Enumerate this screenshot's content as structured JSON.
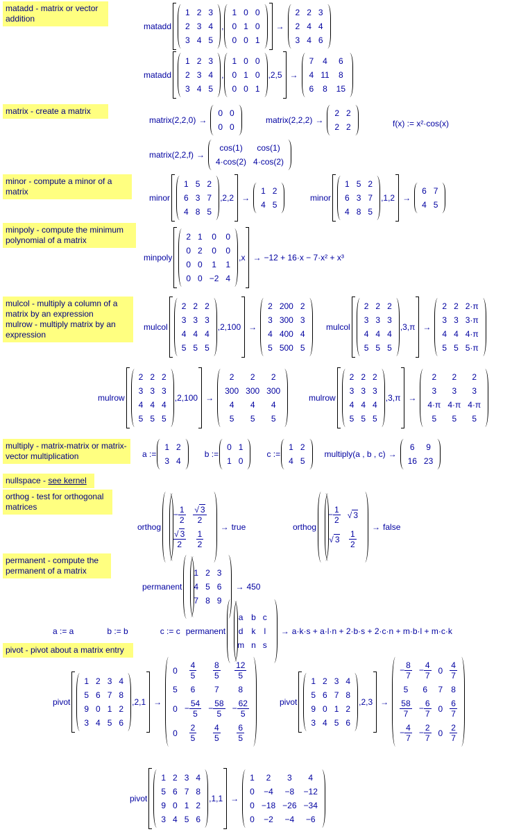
{
  "notes": {
    "matadd": "matadd - matrix or vector addition",
    "matrix": "matrix - create a  matrix",
    "minor": "minor - compute a minor of a matrix",
    "minpoly": "minpoly - compute the minimum polynomial of a matrix",
    "mulcol": "mulcol - multiply a column of a matrix by an expression",
    "mulrow": "mulrow - multiply matrix by an expression",
    "multiply": "multiply - matrix-matrix or matrix-vector multiplication",
    "nullspace_prefix": "nullspace  - ",
    "nullspace_link": "see kernel",
    "orthog": "orthog - test for orthogonal matrices",
    "permanent": "permanent - compute the permanent of a matrix",
    "pivot": "pivot - pivot about a matrix entry"
  },
  "fn": {
    "matadd": "matadd",
    "matrix": "matrix",
    "minor": "minor",
    "minpoly": "minpoly",
    "mulcol": "mulcol",
    "mulrow": "mulrow",
    "multiply": "multiply",
    "orthog": "orthog",
    "permanent": "permanent",
    "pivot": "pivot"
  },
  "arrow": "→",
  "args": {
    "a225": ",2,5",
    "m220": "(2,2,0)",
    "m222": "(2,2,2)",
    "m22f": "(2,2,f)",
    "c22": ",2,2",
    "c12": ",1,2",
    "cx": ",x",
    "c2100": ",2,100",
    "c3pi": ",3,π",
    "c21": ",2,1",
    "c23": ",2,3",
    "c11": ",1,1",
    "mul_args": "(a , b , c)"
  },
  "results": {
    "minpoly": "−12 + 16·x − 7·x² + x³",
    "orthog_true": "true",
    "orthog_false": "false",
    "permanent_num": "450",
    "permanent_sym": "a·k·s + a·l·n + 2·b·s + 2·c·n + m·b·l + m·c·k"
  },
  "defs": {
    "f": "f(x) := x²·cos(x)",
    "a_eq": "a :=",
    "b_eq": "b :=",
    "c_eq": "c :=",
    "a_sym": "a := a",
    "b_sym": "b := b",
    "c_sym": "c := c"
  },
  "matrices": {
    "M123": [
      [
        "1",
        "2",
        "3"
      ],
      [
        "2",
        "3",
        "4"
      ],
      [
        "3",
        "4",
        "5"
      ]
    ],
    "I3": [
      [
        "1",
        "0",
        "0"
      ],
      [
        "0",
        "1",
        "0"
      ],
      [
        "0",
        "0",
        "1"
      ]
    ],
    "add1": [
      [
        "2",
        "2",
        "3"
      ],
      [
        "2",
        "4",
        "4"
      ],
      [
        "3",
        "4",
        "6"
      ]
    ],
    "add2": [
      [
        "7",
        "4",
        "6"
      ],
      [
        "4",
        "11",
        "8"
      ],
      [
        "6",
        "8",
        "15"
      ]
    ],
    "z22": [
      [
        "0",
        "0"
      ],
      [
        "0",
        "0"
      ]
    ],
    "t22": [
      [
        "2",
        "2"
      ],
      [
        "2",
        "2"
      ]
    ],
    "cos22": [
      [
        "cos(1)",
        "cos(1)"
      ],
      [
        "4·cos(2)",
        "4·cos(2)"
      ]
    ],
    "Mm": [
      [
        "1",
        "5",
        "2"
      ],
      [
        "6",
        "3",
        "7"
      ],
      [
        "4",
        "8",
        "5"
      ]
    ],
    "minor1": [
      [
        "1",
        "2"
      ],
      [
        "4",
        "5"
      ]
    ],
    "minor2": [
      [
        "6",
        "7"
      ],
      [
        "4",
        "5"
      ]
    ],
    "Mp": [
      [
        "2",
        "1",
        "0",
        "0"
      ],
      [
        "0",
        "2",
        "0",
        "0"
      ],
      [
        "0",
        "0",
        "1",
        "1"
      ],
      [
        "0",
        "0",
        "−2",
        "4"
      ]
    ],
    "Mc": [
      [
        "2",
        "2",
        "2"
      ],
      [
        "3",
        "3",
        "3"
      ],
      [
        "4",
        "4",
        "4"
      ],
      [
        "5",
        "5",
        "5"
      ]
    ],
    "col1": [
      [
        "2",
        "200",
        "2"
      ],
      [
        "3",
        "300",
        "3"
      ],
      [
        "4",
        "400",
        "4"
      ],
      [
        "5",
        "500",
        "5"
      ]
    ],
    "col2": [
      [
        "2",
        "2",
        "2·π"
      ],
      [
        "3",
        "3",
        "3·π"
      ],
      [
        "4",
        "4",
        "4·π"
      ],
      [
        "5",
        "5",
        "5·π"
      ]
    ],
    "row1": [
      [
        "2",
        "2",
        "2"
      ],
      [
        "300",
        "300",
        "300"
      ],
      [
        "4",
        "4",
        "4"
      ],
      [
        "5",
        "5",
        "5"
      ]
    ],
    "row2": [
      [
        "2",
        "2",
        "2"
      ],
      [
        "3",
        "3",
        "3"
      ],
      [
        "4·π",
        "4·π",
        "4·π"
      ],
      [
        "5",
        "5",
        "5"
      ]
    ],
    "ma": [
      [
        "1",
        "2"
      ],
      [
        "3",
        "4"
      ]
    ],
    "mb": [
      [
        "0",
        "1"
      ],
      [
        "1",
        "0"
      ]
    ],
    "mc": [
      [
        "1",
        "2"
      ],
      [
        "4",
        "5"
      ]
    ],
    "mres": [
      [
        "6",
        "9"
      ],
      [
        "16",
        "23"
      ]
    ],
    "P": [
      [
        "1",
        "2",
        "3"
      ],
      [
        "4",
        "5",
        "6"
      ],
      [
        "7",
        "8",
        "9"
      ]
    ],
    "Psym": [
      [
        "a",
        "b",
        "c"
      ],
      [
        "d",
        "k",
        "l"
      ],
      [
        "m",
        "n",
        "s"
      ]
    ],
    "Pv": [
      [
        "1",
        "2",
        "3",
        "4"
      ],
      [
        "5",
        "6",
        "7",
        "8"
      ],
      [
        "9",
        "0",
        "1",
        "2"
      ],
      [
        "3",
        "4",
        "5",
        "6"
      ]
    ],
    "piv1": [
      [
        "0",
        "4/5",
        "8/5",
        "12/5"
      ],
      [
        "5",
        "6",
        "7",
        "8"
      ],
      [
        "0",
        "−54/5",
        "−58/5",
        "−62/5"
      ],
      [
        "0",
        "2/5",
        "4/5",
        "6/5"
      ]
    ],
    "piv2": [
      [
        "−8/7",
        "−4/7",
        "0",
        "4/7"
      ],
      [
        "5",
        "6",
        "7",
        "8"
      ],
      [
        "58/7",
        "−6/7",
        "0",
        "6/7"
      ],
      [
        "−4/7",
        "−2/7",
        "0",
        "2/7"
      ]
    ],
    "piv3": [
      [
        "1",
        "2",
        "3",
        "4"
      ],
      [
        "0",
        "−4",
        "−8",
        "−12"
      ],
      [
        "0",
        "−18",
        "−26",
        "−34"
      ],
      [
        "0",
        "−2",
        "−4",
        "−6"
      ]
    ],
    "orth1": [
      [
        "−1/2",
        "√3/2"
      ],
      [
        "√3/2",
        "1/2"
      ]
    ],
    "orth2": [
      [
        "−1/2",
        "√3"
      ],
      [
        "√3",
        "1/2"
      ]
    ]
  }
}
